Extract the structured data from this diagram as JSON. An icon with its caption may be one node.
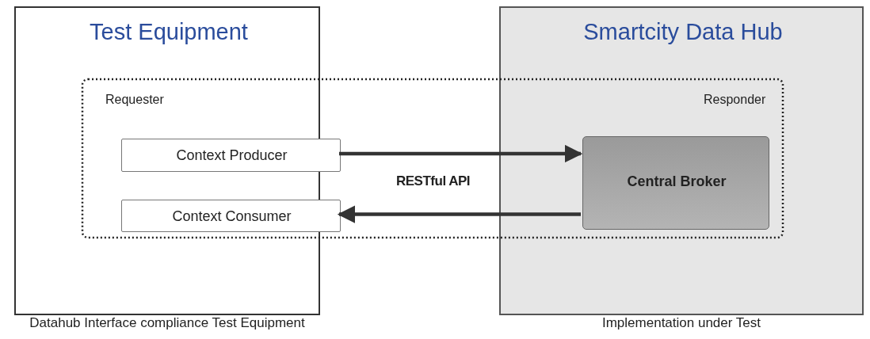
{
  "diagram": {
    "nodes": [
      {
        "text": [
          "Test Equipment"
        ],
        "beside": [
          "Datahub Interface compliance Test Equipment"
        ]
      },
      {
        "text": [
          "Smartcity Data Hub"
        ],
        "beside": [
          "Implementation under Test"
        ]
      },
      {
        "text": [
          "Context Producer"
        ],
        "in": 0
      },
      {
        "text": [
          "Context Consumer"
        ],
        "in": 0
      },
      {
        "text": [
          "Central Broker"
        ],
        "in": 1
      }
    ],
    "edges": [
      {
        "from": 2,
        "to": 4,
        "arrow": "to"
      },
      {
        "from": 4,
        "to": 3,
        "arrow": "to"
      }
    ],
    "labels": [
      "Requester",
      "Responder",
      "RESTful API"
    ]
  }
}
